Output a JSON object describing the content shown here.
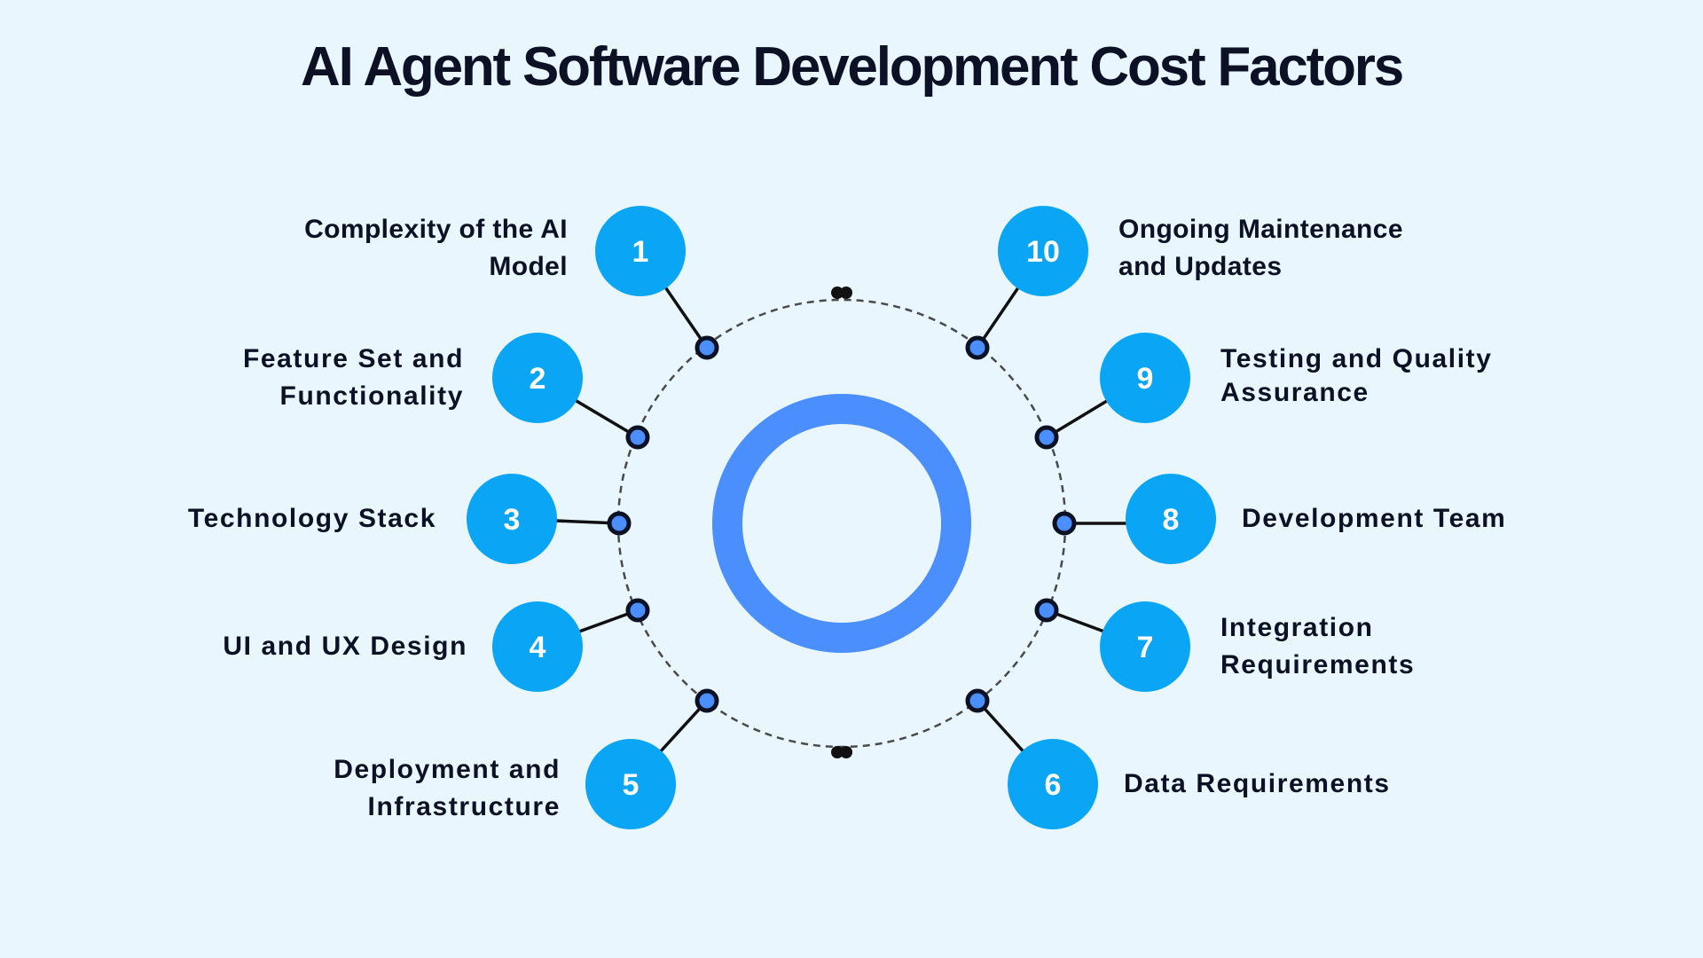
{
  "title": "AI Agent Software Development Cost Factors",
  "colors": {
    "background": "#e9f6fe",
    "node_fill": "#0aa5f5",
    "ring": "#4a8ffd",
    "dot_fill": "#4a8ffd",
    "dot_stroke": "#0d1126",
    "connector": "#111111",
    "dashed_circle": "#4a4a4a",
    "text": "#0d1126"
  },
  "center_ring": {
    "label": ""
  },
  "factors": [
    {
      "number": "1",
      "lines": [
        "Complexity of the AI",
        "Model"
      ]
    },
    {
      "number": "2",
      "lines": [
        "Feature Set and",
        "Functionality"
      ]
    },
    {
      "number": "3",
      "lines": [
        "Technology Stack"
      ]
    },
    {
      "number": "4",
      "lines": [
        "UI and UX Design"
      ]
    },
    {
      "number": "5",
      "lines": [
        "Deployment and",
        "Infrastructure"
      ]
    },
    {
      "number": "6",
      "lines": [
        "Data Requirements"
      ]
    },
    {
      "number": "7",
      "lines": [
        "Integration",
        "Requirements"
      ]
    },
    {
      "number": "8",
      "lines": [
        "Development Team"
      ]
    },
    {
      "number": "9",
      "lines": [
        "Testing and Quality",
        "Assurance"
      ]
    },
    {
      "number": "10",
      "lines": [
        "Ongoing Maintenance",
        "and Updates"
      ]
    }
  ]
}
